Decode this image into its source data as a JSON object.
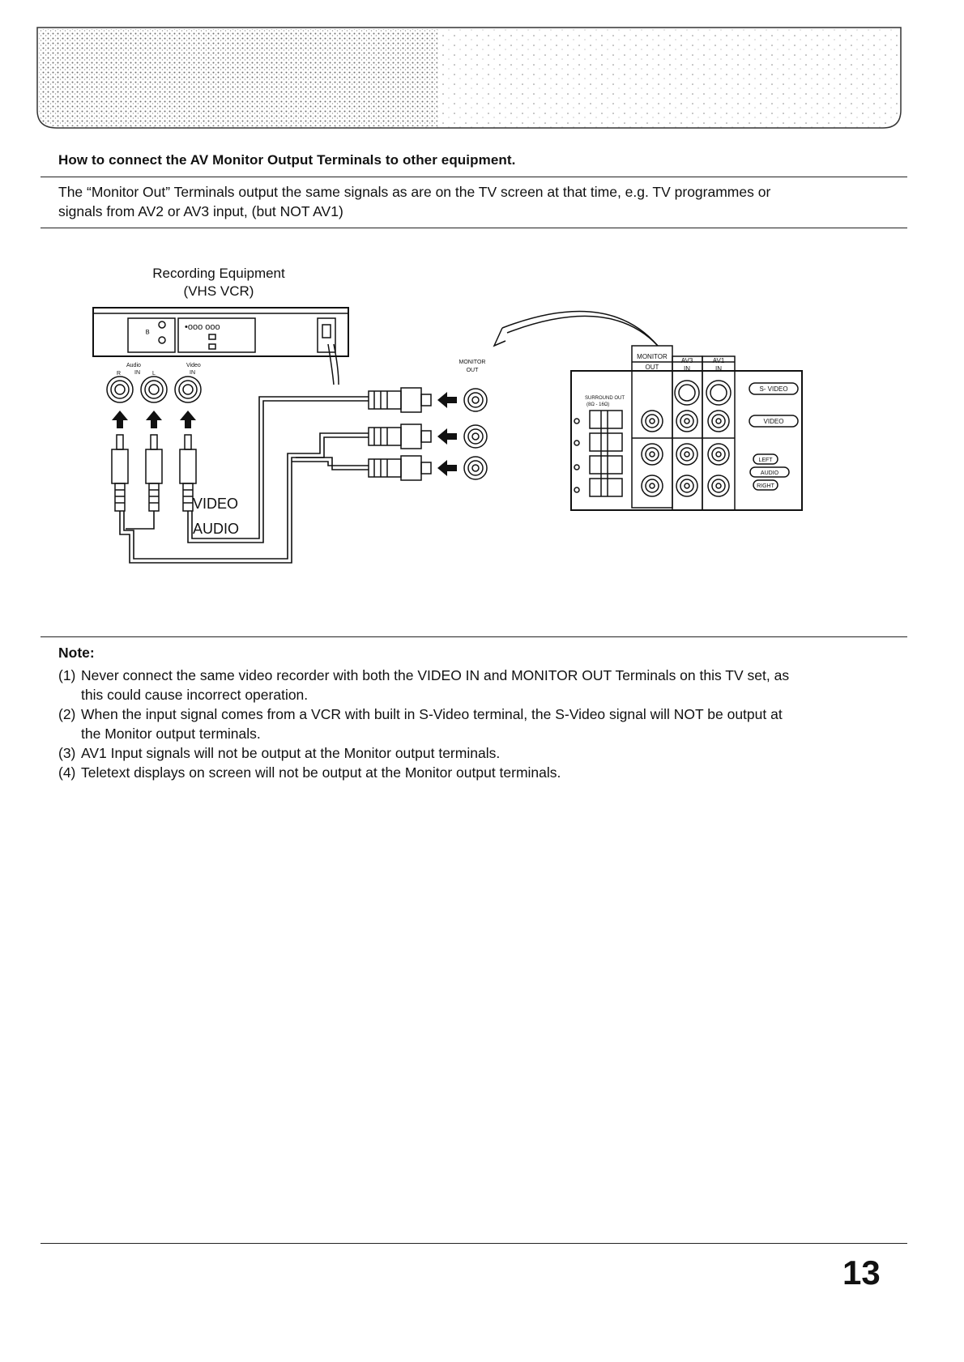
{
  "section": {
    "title": "How to connect the AV Monitor Output Terminals to other equipment."
  },
  "intro": {
    "line1": "The “Monitor Out” Terminals output the same signals as are on the TV screen at that time, e.g. TV programmes or",
    "line2": "signals from AV2 or AV3 input, (but NOT AV1)"
  },
  "diagram": {
    "recorder_line1": "Recording Equipment",
    "recorder_line2": "(VHS VCR)",
    "vcr_audio_label": "Audio",
    "vcr_video_label": "Video",
    "vcr_r": "R",
    "vcr_in": "IN",
    "vcr_l": "L",
    "vcr_in2": "IN",
    "monitor_out_small": "MONITOR",
    "monitor_out_small2": "OUT",
    "cable_video": "VIDEO",
    "cable_audio": "AUDIO",
    "panel_monitor": "MONITOR",
    "panel_out": "OUT",
    "panel_av3": "AV3",
    "panel_av3_in": "IN",
    "panel_av1": "AV1",
    "panel_av1_in": "IN",
    "panel_surround": "SURROUND OUT",
    "panel_surround_ohm": "(8Ω - 16Ω)",
    "panel_svideo": "S- VIDEO",
    "panel_video": "VIDEO",
    "panel_left": "LEFT",
    "panel_audio": "AUDIO",
    "panel_right": "RIGHT"
  },
  "note": {
    "title": "Note:",
    "items": [
      {
        "num": "(1)",
        "line1": "Never connect the same video recorder with both the VIDEO IN and MONITOR OUT Terminals on this TV set, as",
        "line2": "this could cause incorrect operation."
      },
      {
        "num": "(2)",
        "line1": "When the input signal comes from a VCR with built in S-Video terminal, the S-Video signal will NOT be output at",
        "line2": "the Monitor output terminals."
      },
      {
        "num": "(3)",
        "line1": "AV1 Input signals will not be output at the Monitor output terminals.",
        "line2": ""
      },
      {
        "num": "(4)",
        "line1": "Teletext displays on screen will not be output at the Monitor output terminals.",
        "line2": ""
      }
    ]
  },
  "page": {
    "number": "13"
  }
}
